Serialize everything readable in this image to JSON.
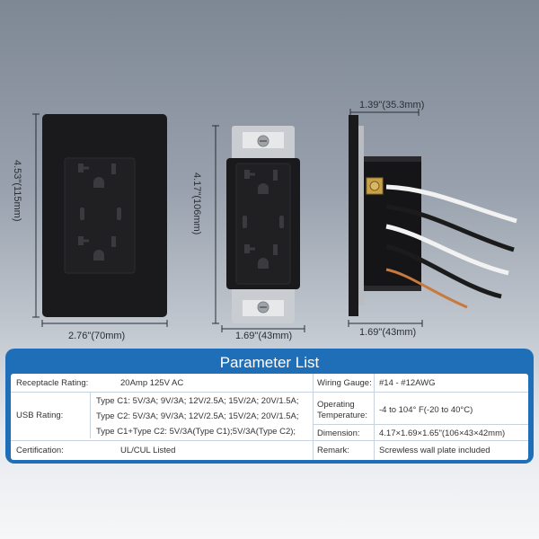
{
  "dimensions": {
    "plate_height": "4.53\"(115mm)",
    "plate_width": "2.76\"(70mm)",
    "outlet_height": "4.17\"(106mm)",
    "outlet_width": "1.69\"(43mm)",
    "side_depth": "1.39\"(35.3mm)",
    "side_width": "1.69\"(43mm)"
  },
  "panel": {
    "title": "Parameter List",
    "receptacle_label": "Receptacle Rating:",
    "receptacle_value": "20Amp 125V AC",
    "usb_label": "USB Rating:",
    "usb_values": [
      "Type C1: 5V/3A; 9V/3A; 12V/2.5A; 15V/2A; 20V/1.5A;",
      "Type C2: 5V/3A; 9V/3A; 12V/2.5A; 15V/2A; 20V/1.5A;",
      "Type C1+Type C2: 5V/3A(Type C1);5V/3A(Type C2);"
    ],
    "certification_label": "Certification:",
    "certification_value": "UL/CUL Listed",
    "wiring_label": "Wiring Gauge:",
    "wiring_value": "#14 - #12AWG",
    "operating_label_1": "Operating",
    "operating_label_2": "Temperature:",
    "operating_value": "-4 to 104° F(-20 to 40°C)",
    "dimension_label": "Dimension:",
    "dimension_value": "4.17×1.69×1.65\"(106×43×42mm)",
    "remark_label": "Remark:",
    "remark_value": "Screwless wall plate included"
  },
  "colors": {
    "panel_blue": "#1f6fb8",
    "device_black": "#1a1a1c",
    "strap_silver": "#c9ccd0"
  }
}
